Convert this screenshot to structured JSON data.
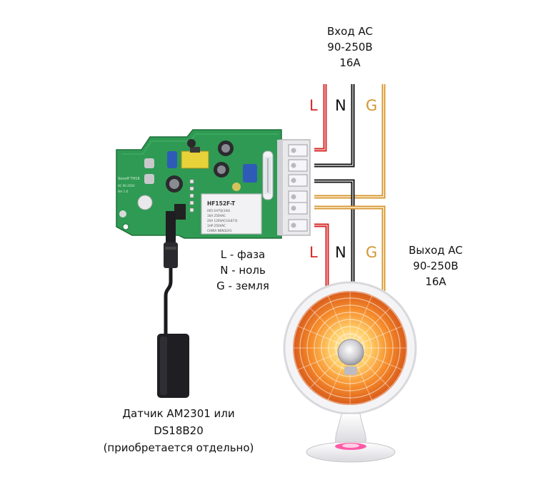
{
  "input_block": {
    "line1": "Вход AC",
    "line2": "90-250В",
    "line3": "16А"
  },
  "output_block": {
    "line1": "Выход AC",
    "line2": "90-250В",
    "line3": "16А"
  },
  "wire_labels": {
    "L": "L",
    "N": "N",
    "G": "G"
  },
  "legend": {
    "line1": "L - фаза",
    "line2": "N - ноль",
    "line3": "G - земля"
  },
  "sensor": {
    "line1": "Датчик AM2301 или",
    "line2": "DS18B20",
    "line3": "(приобретается отдельно)"
  },
  "relay": {
    "line1": "HF152F-T",
    "line2": "005-1HTQ(104)",
    "line3": "16A 250VAC",
    "line4": "20A 120VAC(UL873)",
    "line5": "1HP 250VAC",
    "line6": "CHINA NKN32A1"
  },
  "board_silk": {
    "line1": "Sonoff TH16",
    "line2": "AC 90-250V",
    "line3": "Ver 1.0"
  },
  "colors": {
    "live": "#d62929",
    "neutral": "#111111",
    "ground": "#d49531",
    "pcb": "#2f9a53"
  }
}
